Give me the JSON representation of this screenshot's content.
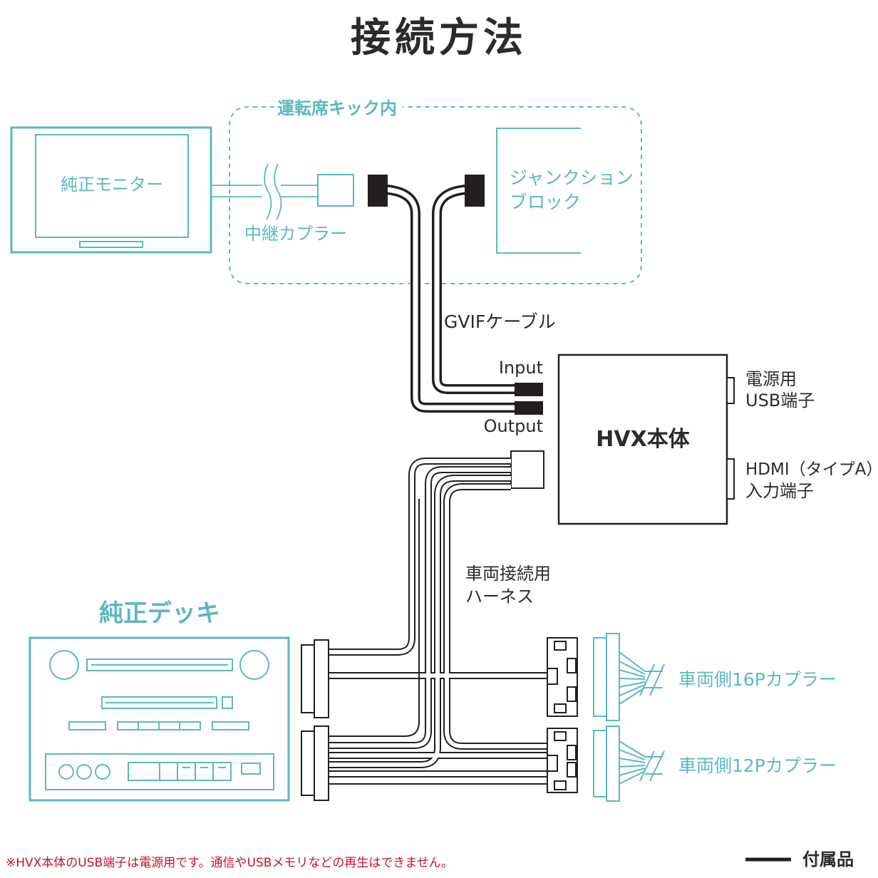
{
  "title": "接続方法",
  "colors": {
    "accent": "#5bb8c1",
    "dark": "#231f20",
    "text": "#2b2b2b",
    "warning": "#c8102e"
  },
  "labels": {
    "kick_area": "運転席キック内",
    "monitor": "純正モニター",
    "relay_coupler": "中継カプラー",
    "junction_line1": "ジャンクション",
    "junction_line2": "ブロック",
    "gvif_cable": "GVIFケーブル",
    "input": "Input",
    "output": "Output",
    "hvx_body": "HVX本体",
    "power_usb_line1": "電源用",
    "power_usb_line2": "USB端子",
    "hdmi_line1": "HDMI（タイプA）",
    "hdmi_line2": "入力端子",
    "harness_line1": "車両接続用",
    "harness_line2": "ハーネス",
    "deck": "純正デッキ",
    "coupler_16p": "車両側16Pカプラー",
    "coupler_12p": "車両側12Pカプラー"
  },
  "footer": {
    "note": "※HVX本体のUSB端子は電源用です。通信やUSBメモリなどの再生はできません。",
    "legend": "付属品"
  }
}
